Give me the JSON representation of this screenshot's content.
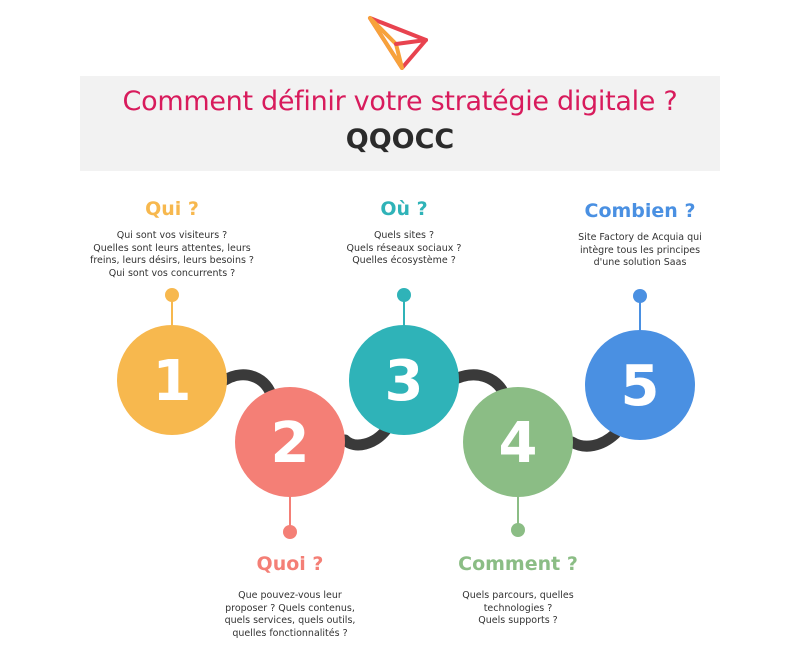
{
  "header": {
    "title": "Comment définir votre stratégie digitale ?",
    "subtitle": "QQOCC"
  },
  "logo": {
    "icon": "paper-plane-logo-icon",
    "colors": [
      "#e8434f",
      "#f7a23b"
    ]
  },
  "steps": [
    {
      "number": "1",
      "title": "Qui ?",
      "color": "#f7b84e",
      "lines": [
        "Qui sont vos visiteurs ?",
        "Quelles sont leurs attentes, leurs",
        "freins, leurs désirs, leurs besoins ?",
        "Qui sont vos concurrents ?"
      ]
    },
    {
      "number": "2",
      "title": "Quoi ?",
      "color": "#f47f76",
      "lines": [
        "Que pouvez-vous leur",
        "proposer ? Quels contenus,",
        "quels services, quels outils,",
        "quelles fonctionnalités ?"
      ]
    },
    {
      "number": "3",
      "title": "Où ?",
      "color": "#2fb3b8",
      "lines": [
        "Quels sites ?",
        "Quels réseaux sociaux ?",
        "Quelles écosystème ?"
      ]
    },
    {
      "number": "4",
      "title": "Comment ?",
      "color": "#8bbd85",
      "lines": [
        "Quels parcours, quelles",
        "technologies ?",
        "Quels supports ?"
      ]
    },
    {
      "number": "5",
      "title": "Combien ?",
      "color": "#4a90e2",
      "lines": [
        "Site Factory de Acquia qui",
        "intègre tous les principes",
        "d'une solution Saas"
      ]
    }
  ],
  "connector_color": "#3a3a3a"
}
